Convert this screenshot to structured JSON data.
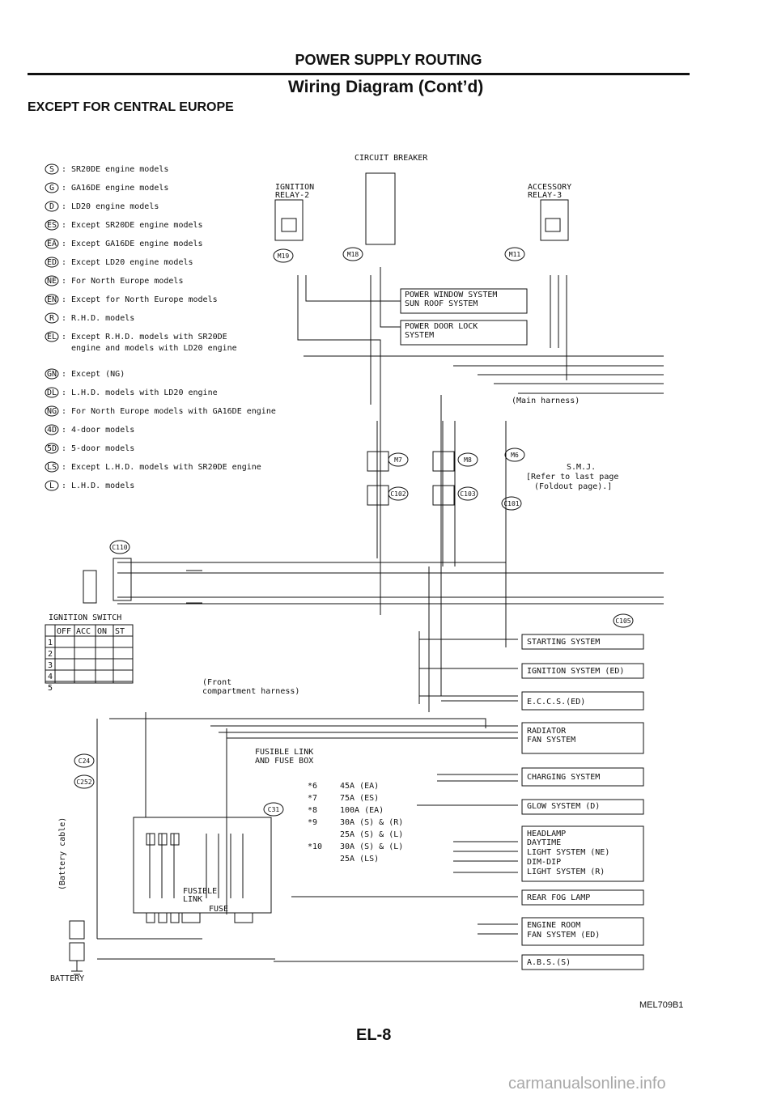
{
  "header": {
    "title": "POWER SUPPLY ROUTING",
    "subtitle": "Wiring Diagram (Cont’d)",
    "section": "EXCEPT FOR CENTRAL EUROPE"
  },
  "legend": [
    {
      "code": "S",
      "text": "SR20DE engine models"
    },
    {
      "code": "G",
      "text": "GA16DE engine models"
    },
    {
      "code": "D",
      "text": "LD20 engine models"
    },
    {
      "code": "ES",
      "text": "Except SR20DE engine models"
    },
    {
      "code": "EA",
      "text": "Except GA16DE engine models"
    },
    {
      "code": "ED",
      "text": "Except LD20 engine models"
    },
    {
      "code": "NE",
      "text": "For North Europe models"
    },
    {
      "code": "EN",
      "text": "Except for North Europe models"
    },
    {
      "code": "R",
      "text": "R.H.D. models"
    },
    {
      "code": "EL",
      "text": "Except R.H.D. models with SR20DE"
    },
    {
      "code": "",
      "text": "engine and models with LD20 engine"
    },
    {
      "code": "GN",
      "text": "Except (NG)"
    },
    {
      "code": "DL",
      "text": "L.H.D. models with LD20 engine"
    },
    {
      "code": "NG",
      "text": "For North Europe models with GA16DE engine"
    },
    {
      "code": "4D",
      "text": "4-door models"
    },
    {
      "code": "5D",
      "text": "5-door models"
    },
    {
      "code": "LS",
      "text": "Except L.H.D. models with SR20DE engine"
    },
    {
      "code": "L",
      "text": "L.H.D. models"
    }
  ],
  "components": {
    "circuit_breaker": "CIRCUIT BREAKER",
    "ignition_relay_1": "IGNITION",
    "ignition_relay_2": "RELAY-2",
    "accessory_relay_1": "ACCESSORY",
    "accessory_relay_2": "RELAY-3",
    "ignition_switch": "IGNITION SWITCH",
    "battery": "BATTERY",
    "battery_cable": "(Battery cable)",
    "fusible_link_box_1": "FUSIBLE LINK",
    "fusible_link_box_2": "AND FUSE BOX",
    "fusible_link": "FUSIBLE",
    "link": "LINK",
    "fuse": "FUSE",
    "main_harness": "(Main harness)",
    "front_harness_1": "(Front",
    "front_harness_2": "compartment harness)",
    "smj_1": "S.M.J.",
    "smj_2": "[Refer to last page",
    "smj_3": "(Foldout page).]"
  },
  "connectors": [
    "M19",
    "M18",
    "M11",
    "M7",
    "M8",
    "M6",
    "C102",
    "C103",
    "C101",
    "C110",
    "C105",
    "C31",
    "C24",
    "C252"
  ],
  "switch_table": {
    "headers": [
      "OFF",
      "ACC",
      "ON",
      "ST"
    ],
    "rows": [
      "1",
      "2",
      "3",
      "4",
      "5"
    ]
  },
  "ratings": [
    {
      "id": "*6",
      "value": "45A (EA)"
    },
    {
      "id": "*7",
      "value": "75A (ES)"
    },
    {
      "id": "*8",
      "value": "100A (EA)"
    },
    {
      "id": "*9",
      "value": "30A (S) & (R)"
    },
    {
      "id": "",
      "value": "25A (S) & (L)"
    },
    {
      "id": "*10",
      "value": "30A (S) & (L)"
    },
    {
      "id": "",
      "value": "25A (LS)"
    }
  ],
  "systems": [
    "POWER WINDOW SYSTEM",
    "SUN ROOF SYSTEM",
    "POWER DOOR LOCK",
    "SYSTEM",
    "STARTING SYSTEM",
    "IGNITION SYSTEM (ED)",
    "E.C.C.S.(ED)",
    "RADIATOR",
    "FAN SYSTEM",
    "CHARGING SYSTEM",
    "GLOW SYSTEM (D)",
    "HEADLAMP",
    "DAYTIME",
    "LIGHT SYSTEM (NE)",
    "DIM-DIP",
    "LIGHT SYSTEM (R)",
    "REAR FOG LAMP",
    "ENGINE ROOM",
    "FAN SYSTEM (ED)",
    "A.B.S.(S)"
  ],
  "footer": {
    "figure_code": "MEL709B1",
    "page": "EL-8",
    "watermark": "carmanualsonline.info"
  }
}
